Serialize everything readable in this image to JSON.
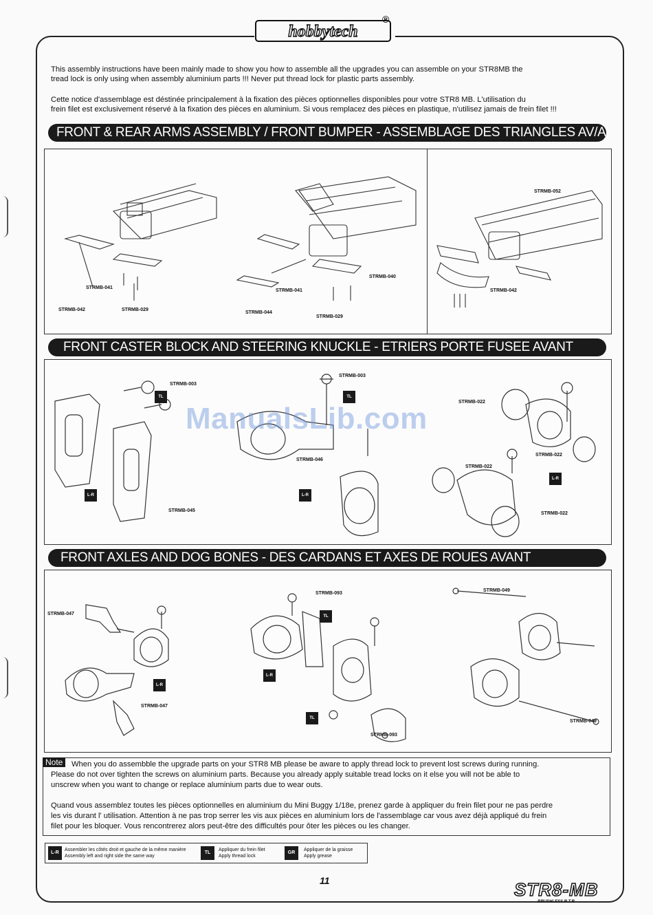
{
  "brand": {
    "logo": "hobbytech",
    "registered": "®"
  },
  "intro": {
    "en_line1": "This assembly instructions have been mainly made to show you how to assemble all the upgrades you can assemble on your STR8MB the",
    "en_line2": "tread lock is only using when assembly aluminium parts !!! Never put thread lock for plastic parts assembly.",
    "fr_line1": "Cette notice d'assemblage est déstinée principalement à la fixation des pièces optionnelles disponibles pour votre STR8 MB. L'utilisation du",
    "fr_line2": "frein filet est exclusivement réservé à la fixation des pièces en aluminium. Si vous remplacez des pièces en plastique, n'utilisez jamais de frein filet !!!"
  },
  "sections": {
    "arms": {
      "title": "FRONT & REAR ARMS ASSEMBLY / FRONT BUMPER - ASSEMBLAGE DES TRIANGLES AV/AR.",
      "labels": {
        "a": "STRMB-041",
        "b": "STRMB-042",
        "c": "STRMB-029",
        "d": "STRMB-041",
        "e": "STRMB-040",
        "f": "STRMB-044",
        "g": "STRMB-029",
        "h": "STRMB-052",
        "i": "STRMB-042"
      }
    },
    "caster": {
      "title": "FRONT CASTER BLOCK AND STEERING KNUCKLE - ETRIERS PORTE FUSEE AVANT",
      "labels": {
        "a": "STRMB-003",
        "b": "STRMB-045",
        "c": "STRMB-003",
        "d": "STRMB-046",
        "e": "STRMB-022",
        "f": "STRMB-022",
        "g": "STRMB-022",
        "h": "STRMB-022"
      }
    },
    "axles": {
      "title": "FRONT AXLES AND DOG BONES  - DES CARDANS ET AXES DE ROUES AVANT",
      "labels": {
        "a": "STRMB-047",
        "b": "STRMB-047",
        "c": "STRMB-093",
        "d": "STRMB-093",
        "e": "STRMB-049",
        "f": "STRMB-049"
      }
    }
  },
  "icons": {
    "lr": "L-R",
    "tl": "TL",
    "gr": "GR"
  },
  "watermark": "ManualsLib.com",
  "note": {
    "tag": "Note",
    "en1": "When you do assembble the upgrade parts on your STR8 MB please be aware to apply thread lock to prevent lost screws during running.",
    "en2": "Please do not over tighten the screws on aluminium parts. Because you already apply suitable tread locks on it else you will not be able to",
    "en3": "unscrew when you want to change or replace aluminium parts due to wear outs.",
    "fr1": "Quand vous assemblez toutes les pièces optionnelles en aluminium du Mini Buggy 1/18e, prenez garde à appliquer du frein filet pour ne pas perdre",
    "fr2": "les vis durant l' utilisation. Attention à ne pas trop serrer les vis aux pièces en aluminium lors de l'assemblage car vous avez déjà appliqué du frein",
    "fr3": "filet pour les bloquer.  Vous rencontrerez alors peut-être des difficultés pour ôter les pièces ou les changer."
  },
  "legend": {
    "lr_fr": "Assembler les côtés droit et gauche de la même manière",
    "lr_en": "Assembly left and right side the same way",
    "tl_fr": "Appliquer du frein filet",
    "tl_en": "Apply thread lock",
    "gr_fr": "Appliquer de la graisse",
    "gr_en": "Apply grease"
  },
  "page_number": "11",
  "product": {
    "name": "STR8-MB",
    "sub": "BRUSHLESS R.T.R"
  }
}
